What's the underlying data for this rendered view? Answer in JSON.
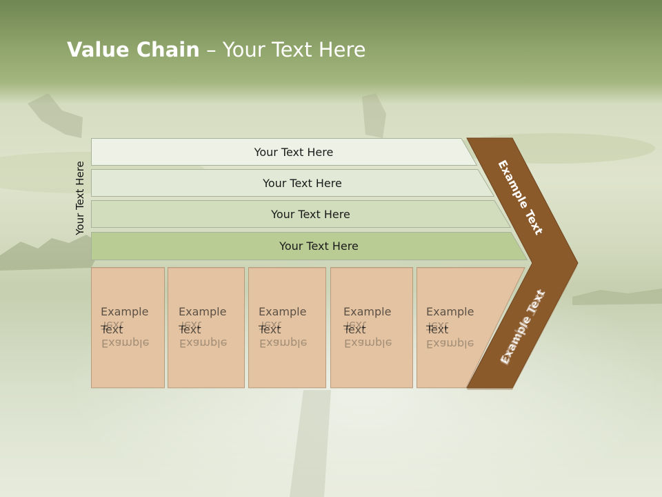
{
  "title": {
    "bold": "Value Chain",
    "rest": " – Your Text Here"
  },
  "side_label": "Your Text Here",
  "rows": [
    {
      "label": "Your Text Here",
      "color": "#eef2e6"
    },
    {
      "label": "Your Text Here",
      "color": "#e2e9d6"
    },
    {
      "label": "Your Text Here",
      "color": "#d2ddbd"
    },
    {
      "label": "Your Text Here",
      "color": "#b9cc94"
    }
  ],
  "columns": [
    {
      "line1": "Example",
      "line2": "Text"
    },
    {
      "line1": "Example",
      "line2": "Text"
    },
    {
      "line1": "Example",
      "line2": "Text"
    },
    {
      "line1": "Example",
      "line2": "Text"
    },
    {
      "line1": "Example",
      "line2": "Text"
    }
  ],
  "arrow": {
    "upper": "Example Text",
    "lower": "Example Text"
  },
  "colors": {
    "column_fill": "#e3c3a1",
    "arrow_fill": "#8b5a2b"
  }
}
